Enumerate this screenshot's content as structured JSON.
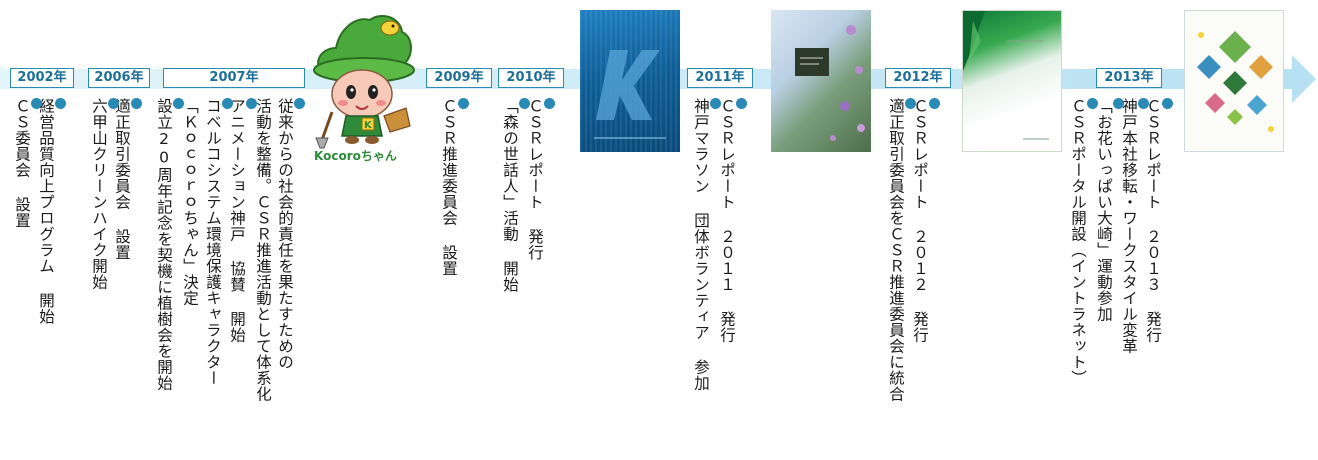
{
  "colors": {
    "accent": "#2a8ab6",
    "band": "#c9e9f6",
    "text": "#1a1a1a"
  },
  "mascot": {
    "name": "Kocoroちゃん",
    "icon": "mascot-illustration"
  },
  "covers": {
    "y2010": "csr-report-2010-cover",
    "y2011": "csr-report-2011-cover",
    "y2012": "csr-report-2012-cover",
    "y2013": "csr-report-2013-cover"
  },
  "years": [
    {
      "label": "2002年",
      "events": [
        "経営品質向上プログラム 開始",
        "ＣＳ委員会 設置"
      ]
    },
    {
      "label": "2006年",
      "events": [
        "適正取引委員会 設置",
        "六甲山クリーンハイク開始"
      ]
    },
    {
      "label": "2007年",
      "events": [
        "従来からの社会的責任を果たすための",
        "活動を整備。ＣＳＲ推進活動として体系化",
        "アニメーション神戸 協賛 開始",
        "コベルコシステム環境保護キャラクター",
        "「Ｋｏｃｏｒｏちゃん」決定",
        "設立20周年記念を契機に植樹会を開始"
      ]
    },
    {
      "label": "2009年",
      "events": [
        "ＣＳＲ推進委員会 設置"
      ]
    },
    {
      "label": "2010年",
      "events": [
        "ＣＳＲレポート 発行",
        "「森の世話人」活動 開始"
      ]
    },
    {
      "label": "2011年",
      "events": [
        "ＣＳＲレポート ２０１１ 発行",
        "神戸マラソン 団体ボランティア 参加"
      ]
    },
    {
      "label": "2012年",
      "events": [
        "ＣＳＲレポート ２０１２ 発行",
        "適正取引委員会をＣＳＲ推進委員会に統合"
      ]
    },
    {
      "label": "2013年",
      "events": [
        "ＣＳＲレポート ２０１３ 発行",
        "神戸本社移転・ワークスタイル変革",
        "「お花いっぱい大崎」運動参加",
        "ＣＳＲポータル開設（イントラネット）"
      ]
    }
  ]
}
